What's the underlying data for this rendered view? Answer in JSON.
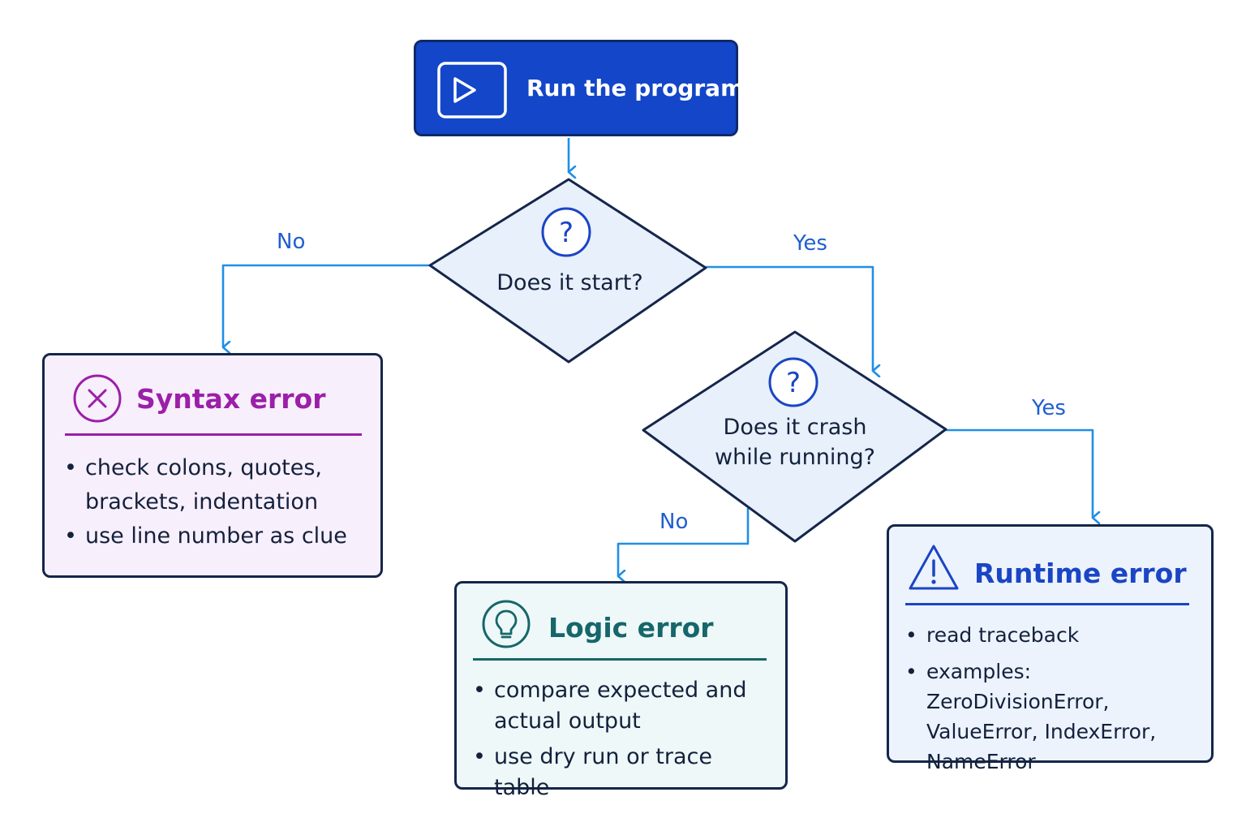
{
  "start": {
    "label": "Run the program",
    "icon": "play-icon"
  },
  "decisions": [
    {
      "question": "Does it start?",
      "icon": "question-icon"
    },
    {
      "question": "Does it crash while running?",
      "icon": "question-icon"
    }
  ],
  "edges": {
    "start_no": "No",
    "start_yes": "Yes",
    "crash_yes": "Yes",
    "crash_no": "No"
  },
  "outcomes": {
    "syntax": {
      "title": "Syntax error",
      "icon": "x-circle-icon",
      "color": "#9b1fa8",
      "bullets": [
        "check colons, quotes, brackets, indentation",
        "use line number as clue"
      ]
    },
    "logic": {
      "title": "Logic error",
      "icon": "lightbulb-icon",
      "color": "#16666a",
      "bullets": [
        "compare expected and actual output",
        "use dry run or trace table"
      ]
    },
    "runtime": {
      "title": "Runtime error",
      "icon": "warning-icon",
      "color": "#1a45c4",
      "bullets": [
        "read traceback",
        "examples: ZeroDivisionError, ValueError, IndexError, NameError"
      ]
    }
  },
  "colors": {
    "arrow": "#1f8fe6",
    "start_fill": "#1346c8",
    "decision_fill": "#e7f0fb",
    "outline": "#15264a"
  }
}
